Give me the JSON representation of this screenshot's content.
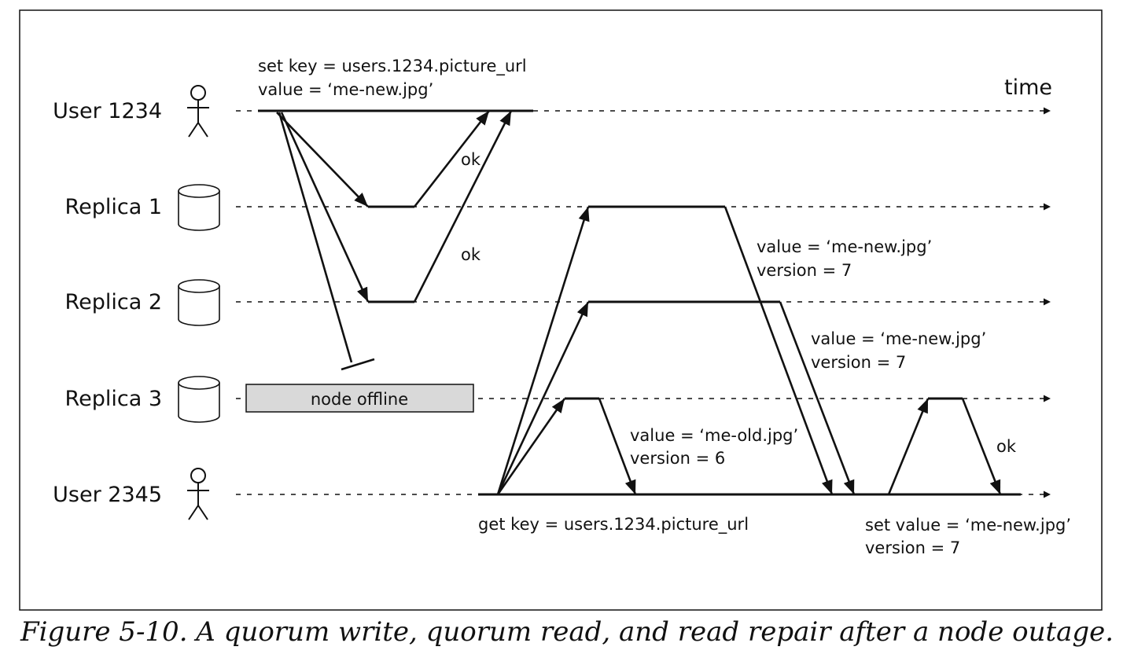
{
  "lanes": {
    "user1234": "User 1234",
    "replica1": "Replica 1",
    "replica2": "Replica 2",
    "replica3": "Replica 3",
    "user2345": "User 2345"
  },
  "time_label": "time",
  "write_request": {
    "line1": "set key = users.1234.picture_url",
    "line2": "value = ‘me-new.jpg’"
  },
  "ack_labels": {
    "replica1_ok": "ok",
    "replica2_ok": "ok",
    "repair_ok": "ok"
  },
  "offline_label": "node offline",
  "read_request": "get key = users.1234.picture_url",
  "read_responses": {
    "replica1": {
      "line1": "value = ‘me-new.jpg’",
      "line2": "version = 7"
    },
    "replica2": {
      "line1": "value = ‘me-new.jpg’",
      "line2": "version = 7"
    },
    "replica3": {
      "line1": "value = ‘me-old.jpg’",
      "line2": "version = 6"
    }
  },
  "repair_request": {
    "line1": "set value = ‘me-new.jpg’",
    "line2": "version = 7"
  },
  "caption": "Figure 5-10. A quorum write, quorum read, and read repair after a node outage.",
  "colors": {
    "offline_fill": "#d9d9d9",
    "line": "#111111"
  }
}
